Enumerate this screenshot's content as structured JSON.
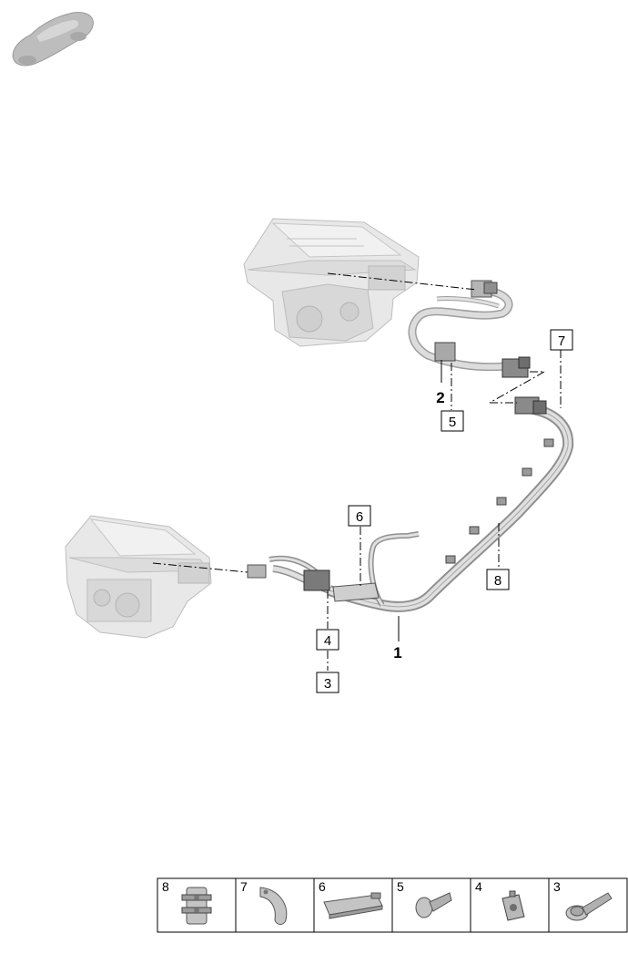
{
  "callouts": {
    "c1": "1",
    "c2": "2",
    "c3": "3",
    "c4": "4",
    "c5": "5",
    "c6": "6",
    "c7": "7",
    "c8": "8"
  },
  "legend": {
    "cells": [
      {
        "number": "8",
        "icon": "cable-clip-icon"
      },
      {
        "number": "7",
        "icon": "bracket-clamp-icon"
      },
      {
        "number": "6",
        "icon": "cover-strip-icon"
      },
      {
        "number": "5",
        "icon": "bolt-icon"
      },
      {
        "number": "4",
        "icon": "clip-nut-icon"
      },
      {
        "number": "3",
        "icon": "flange-bolt-icon"
      }
    ]
  },
  "colors": {
    "line": "#000000",
    "component_fill": "#e6e6e6",
    "component_shade": "#c8c8c8",
    "cable_fill": "#d9d9d9",
    "car_icon": "#b8b8b8"
  }
}
